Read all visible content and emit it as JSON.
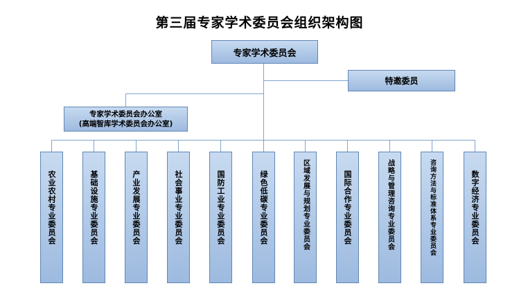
{
  "title": "第三届专家学术委员会组织架构图",
  "root": "专家学术委员会",
  "special": "特邀委员",
  "office": {
    "line1": "专家学术委员会办公室",
    "line2": "(高端智库学术委员会办公室)"
  },
  "committees": [
    "农业农村专业委员会",
    "基础设施专业委员会",
    "产业发展专业委员会",
    "社会事业专业委员会",
    "国防工业专业委员会",
    "绿色低碳专业委员会",
    "区域发展与规划专业委员会",
    "国际合作专业委员会",
    "战略与管理咨询专业委员会",
    "咨询方法与标准体系专业委员会",
    "数字经济专业委员会"
  ]
}
